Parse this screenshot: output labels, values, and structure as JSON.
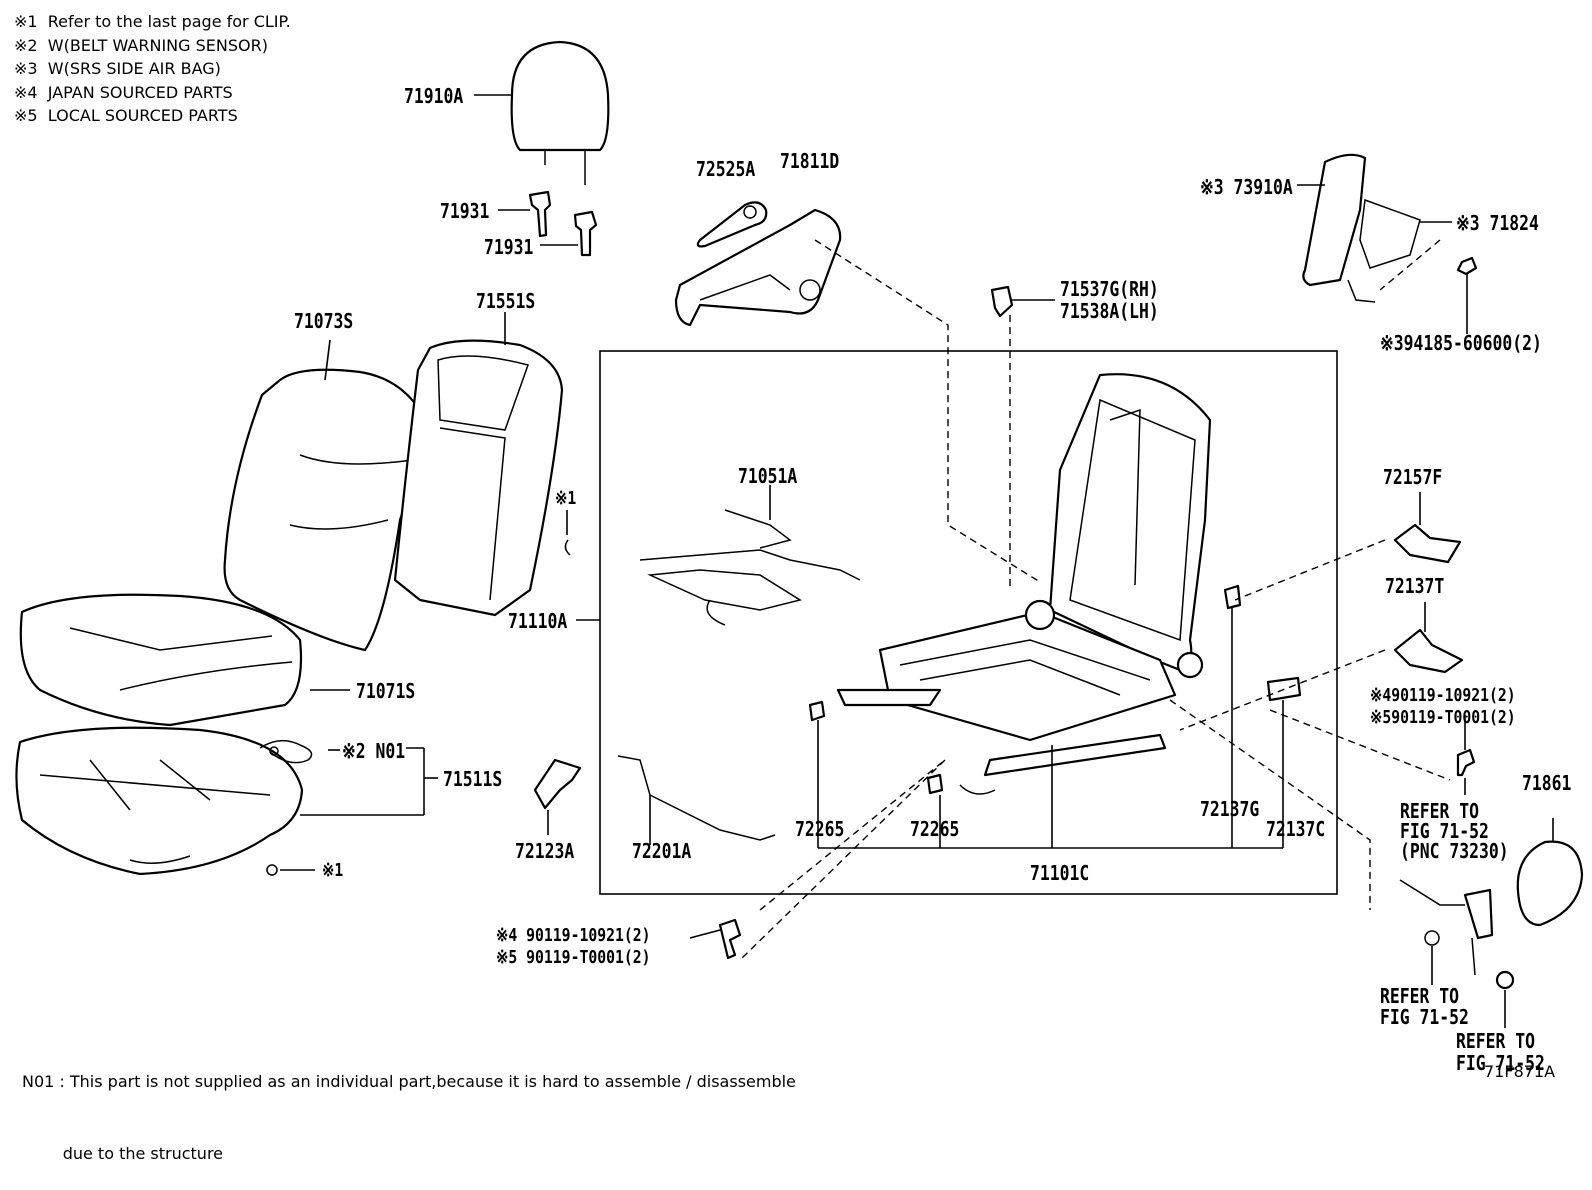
{
  "notes": [
    "※1  Refer to the last page for CLIP.",
    "※2  W(BELT WARNING SENSOR)",
    "※3  W(SRS SIDE AIR BAG)",
    "※4  JAPAN SOURCED PARTS",
    "※5  LOCAL SOURCED PARTS"
  ],
  "labels": {
    "l71910A": "71910A",
    "l71931a": "71931",
    "l71931b": "71931",
    "l72525A": "72525A",
    "l71811D": "71811D",
    "l73910A": "※3 73910A",
    "l71824": "※3 71824",
    "l94185": "※394185-60600(2)",
    "l71537G": "71537G(RH)",
    "l71538A": "71538A(LH)",
    "l71073S": "71073S",
    "l71551S": "71551S",
    "lclip1": "※1",
    "l71051A": "71051A",
    "l71110A": "71110A",
    "l72157F": "72157F",
    "l72137T": "72137T",
    "l90119a4": "※490119-10921(2)",
    "l90119a5": "※590119-T0001(2)",
    "l71071S": "71071S",
    "lN01": "※2 N01",
    "l71511S": "71511S",
    "l72123A": "72123A",
    "l72201A": "72201A",
    "l72265a": "72265",
    "l72265b": "72265",
    "l72137G": "72137G",
    "l72137C": "72137C",
    "l71101C": "71101C",
    "lrefer1a": "REFER TO",
    "lrefer1b": "FIG 71-52",
    "lrefer1c": "(PNC 73230)",
    "l71861": "71861",
    "lclip2": "※1",
    "l90119b4": "※4 90119-10921(2)",
    "l90119b5": "※5 90119-T0001(2)",
    "lrefer2a": "REFER TO",
    "lrefer2b": "FIG 71-52",
    "lrefer3a": "REFER TO",
    "lrefer3b": "FIG 71-52"
  },
  "footnote": {
    "line1": "N01 : This part is not supplied as an individual part,because it is hard to assemble / disassemble",
    "line2": "        due to the structure"
  },
  "figure_id": "71F871A"
}
